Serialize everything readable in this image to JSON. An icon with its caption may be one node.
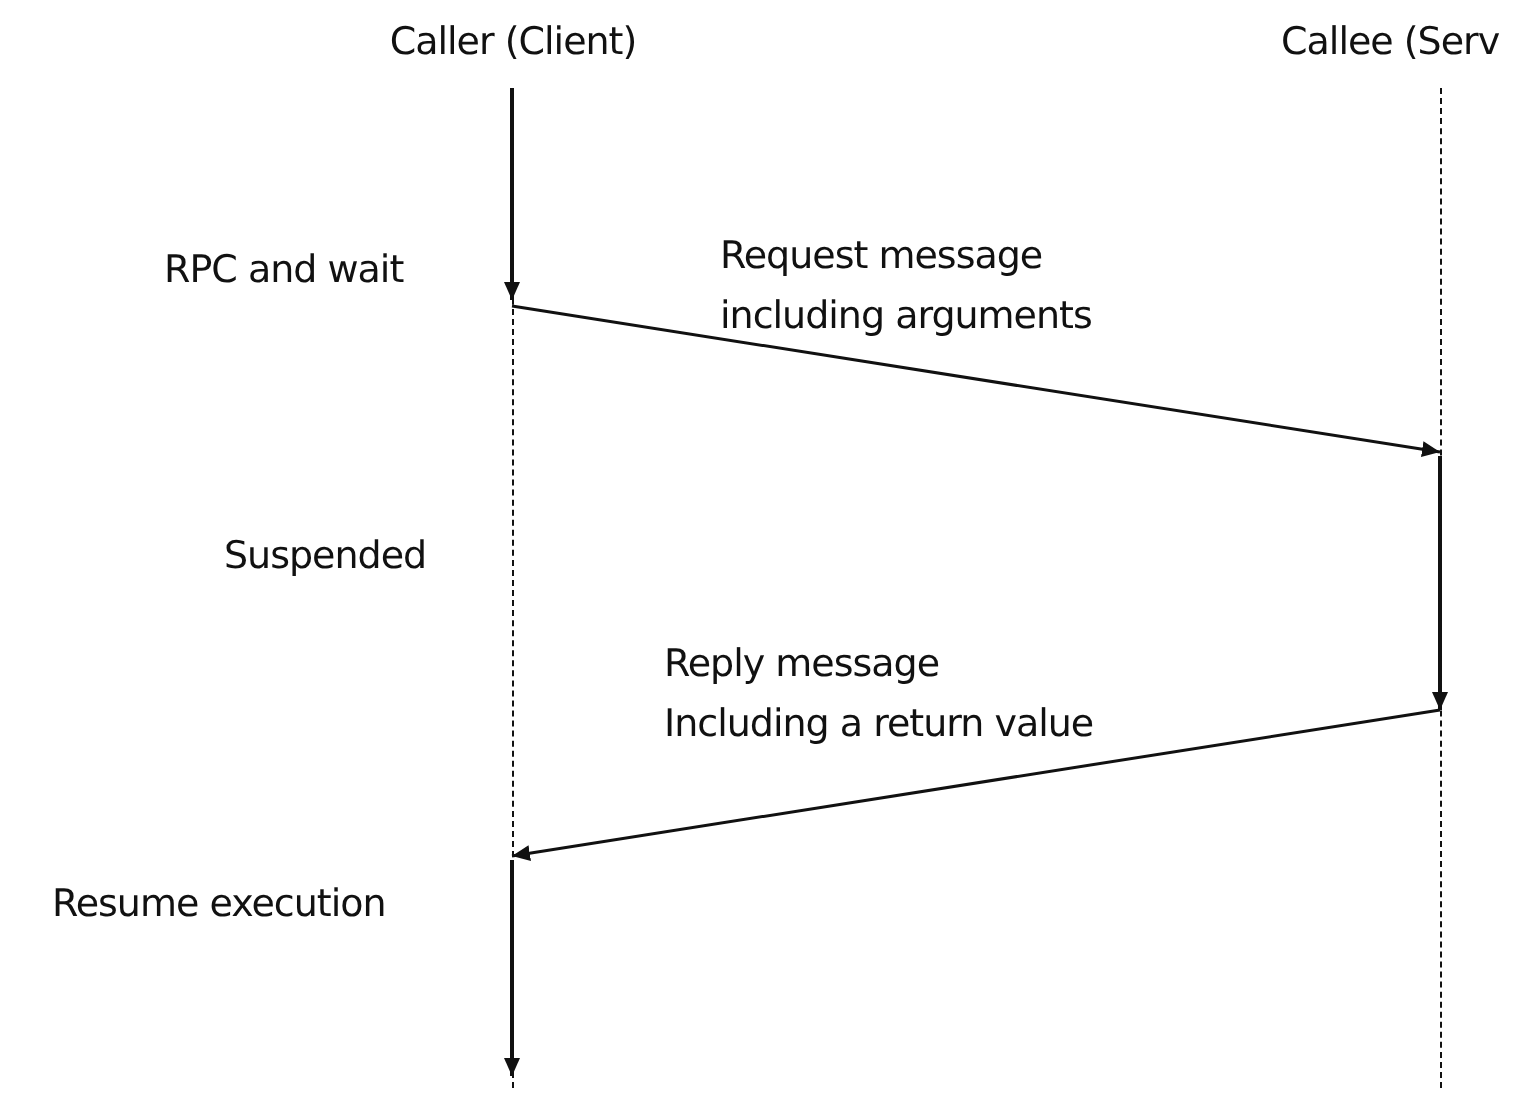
{
  "diagram": {
    "nodes": [
      {
        "text": [
          "Caller (Client)"
        ]
      },
      {
        "text": [
          "Callee (Serv"
        ]
      }
    ],
    "edges": [
      {
        "from": 0,
        "to": 1,
        "arrow": "to",
        "label": "Request message including arguments"
      },
      {
        "from": 1,
        "to": 0,
        "arrow": "to",
        "label": "Reply message Including a return value"
      }
    ],
    "labels": [
      "RPC and wait",
      "Suspended",
      "Resume execution"
    ]
  }
}
